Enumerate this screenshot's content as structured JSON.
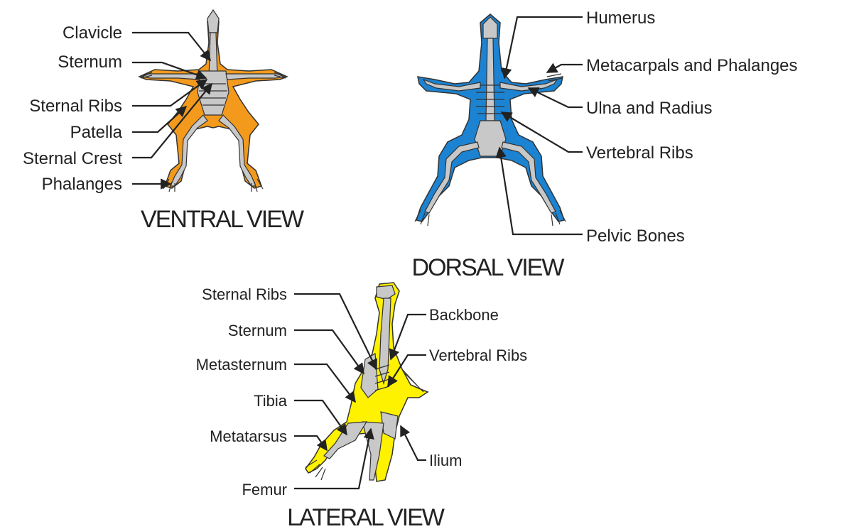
{
  "colors": {
    "ventral_fill": "#f39a1c",
    "dorsal_fill": "#1b83d2",
    "lateral_fill": "#fff200",
    "bone": "#c8c8c8",
    "outline": "#333333",
    "text": "#222222"
  },
  "ventral": {
    "title": "VENTRAL VIEW",
    "labels": {
      "clavicle": "Clavicle",
      "sternum": "Sternum",
      "sternal_ribs": "Sternal Ribs",
      "patella": "Patella",
      "sternal_crest": "Sternal Crest",
      "phalanges": "Phalanges"
    }
  },
  "dorsal": {
    "title": "DORSAL VIEW",
    "labels": {
      "humerus": "Humerus",
      "metacarpals": "Metacarpals and Phalanges",
      "ulna_radius": "Ulna and Radius",
      "vertebral_ribs": "Vertebral Ribs",
      "pelvic_bones": "Pelvic Bones"
    }
  },
  "lateral": {
    "title": "LATERAL VIEW",
    "labels": {
      "sternal_ribs": "Sternal Ribs",
      "sternum": "Sternum",
      "metasternum": "Metasternum",
      "tibia": "Tibia",
      "metatarsus": "Metatarsus",
      "femur": "Femur",
      "backbone": "Backbone",
      "vertebral_ribs": "Vertebral Ribs",
      "ilium": "Ilium"
    }
  }
}
